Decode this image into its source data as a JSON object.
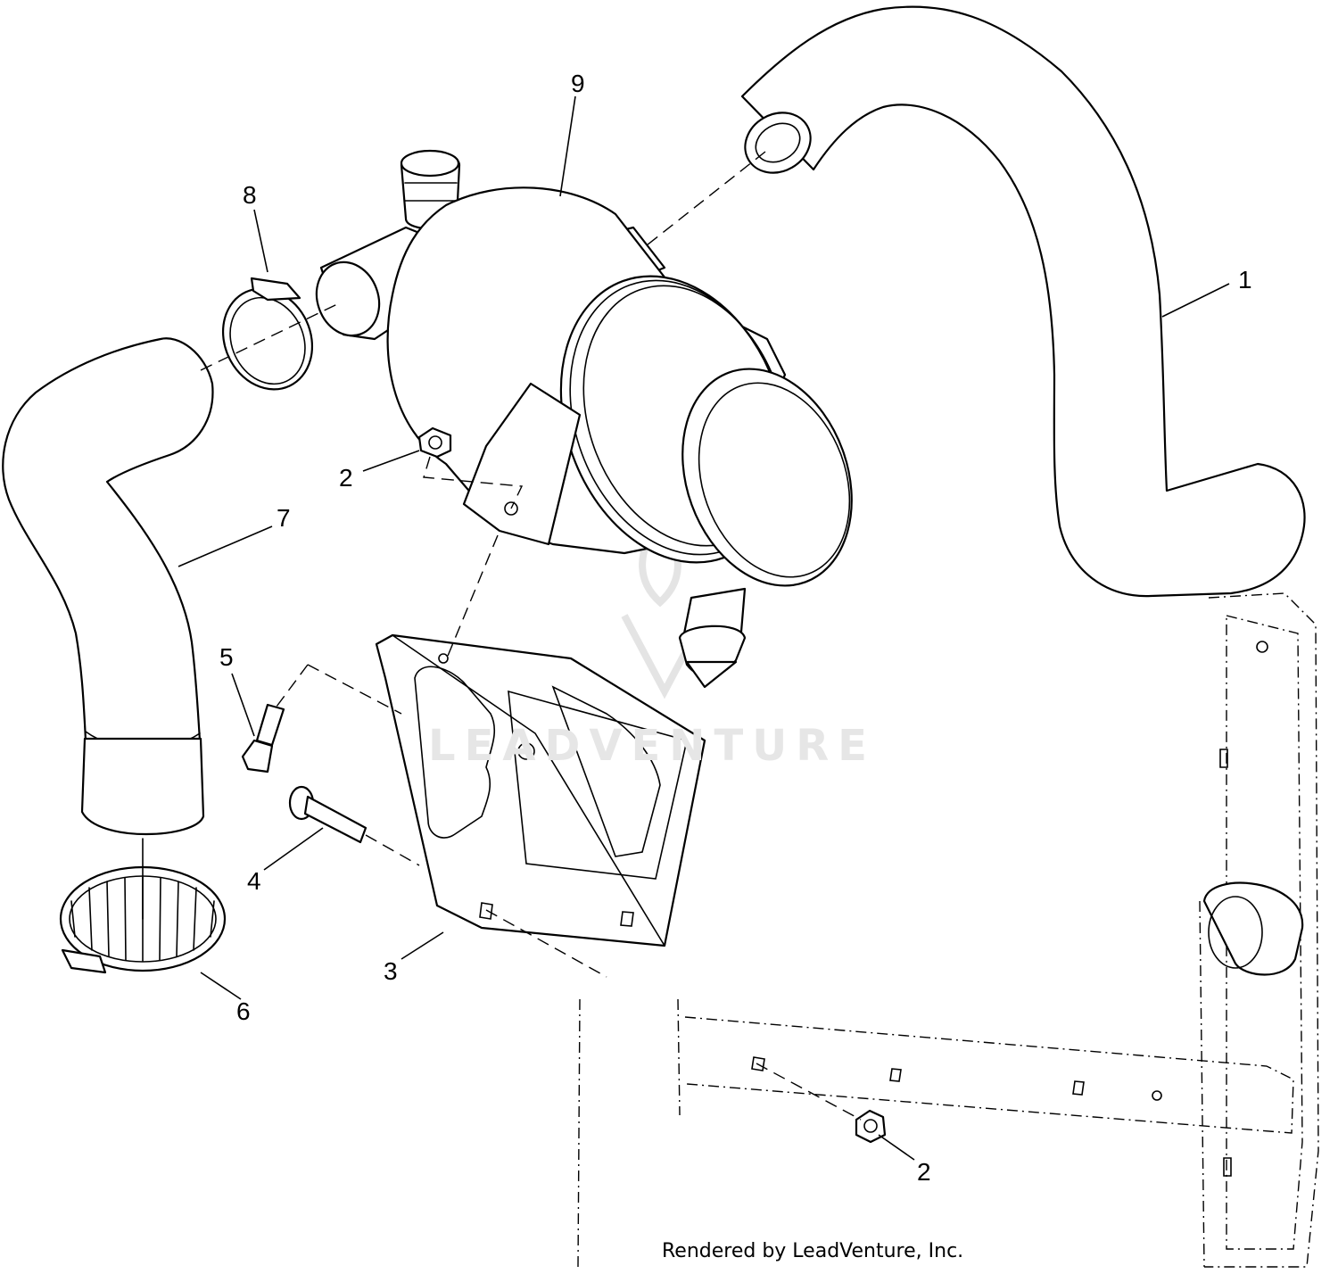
{
  "callouts": [
    {
      "id": "1",
      "label": "1"
    },
    {
      "id": "2a",
      "label": "2"
    },
    {
      "id": "2b",
      "label": "2"
    },
    {
      "id": "3",
      "label": "3"
    },
    {
      "id": "4",
      "label": "4"
    },
    {
      "id": "5",
      "label": "5"
    },
    {
      "id": "6",
      "label": "6"
    },
    {
      "id": "7",
      "label": "7"
    },
    {
      "id": "8",
      "label": "8"
    },
    {
      "id": "9",
      "label": "9"
    }
  ],
  "watermark": "LEADVENTURE",
  "credit": "Rendered by LeadVenture, Inc.",
  "colors": {
    "line": "#000000",
    "background": "#ffffff",
    "watermark": "#e6e6e6"
  }
}
